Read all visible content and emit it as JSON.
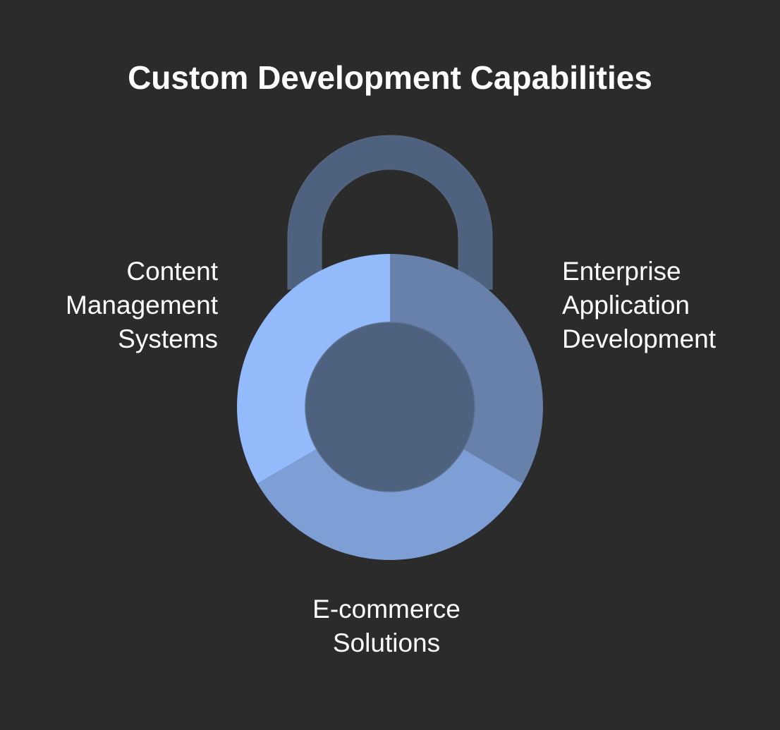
{
  "title": "Custom Development Capabilities",
  "segments": [
    {
      "id": "cms",
      "lines": [
        "Content",
        "Management",
        "Systems"
      ],
      "color": "#93bbfb"
    },
    {
      "id": "enterprise",
      "lines": [
        "Enterprise",
        "Application",
        "Development"
      ],
      "color": "#6781ab"
    },
    {
      "id": "ecommerce",
      "lines": [
        "E-commerce",
        "Solutions"
      ],
      "color": "#7d9fd5"
    }
  ],
  "colors": {
    "background": "#2b2b2b",
    "shackle": "#4e617f",
    "center": "#4e617f"
  }
}
